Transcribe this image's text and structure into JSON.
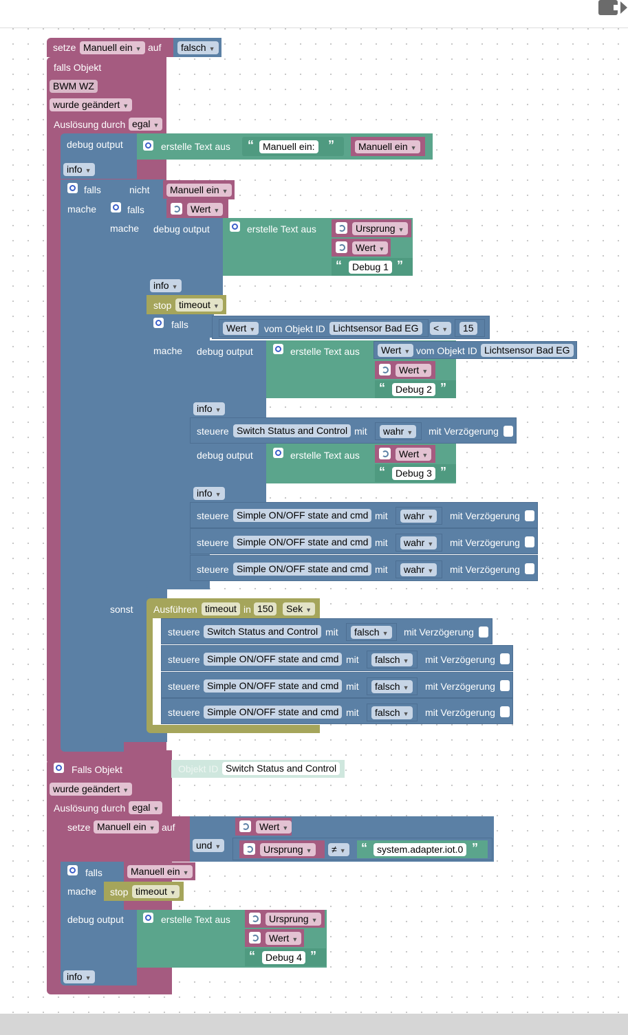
{
  "app": {
    "exit_icon": "exit-icon",
    "block_colors": {
      "variable": "#a55b80",
      "logic": "#5b80a5",
      "text": "#5ba58c",
      "timeout": "#a5a55b"
    }
  },
  "blocks": {
    "setze1": {
      "label": "setze",
      "var": "Manuell ein",
      "auf": "auf",
      "value": "falsch"
    },
    "trigger1": {
      "label": "falls Objekt",
      "object": "BWM WZ",
      "changed": "wurde geändert",
      "ausloesung": "Auslösung durch",
      "trigger": "egal"
    },
    "debug1": {
      "label": "debug output",
      "create": "erstelle Text aus",
      "text": "Manuell ein:",
      "var": "Manuell ein",
      "level": "info"
    },
    "if1": {
      "falls": "falls",
      "nicht": "nicht",
      "var": "Manuell ein",
      "mache": "mache"
    },
    "if2": {
      "falls": "falls",
      "var": "Wert",
      "mache": "mache",
      "sonst": "sonst"
    },
    "debug2": {
      "label": "debug output",
      "create": "erstelle Text aus",
      "ursprung": "Ursprung",
      "wert": "Wert",
      "text": "Debug 1",
      "level": "info"
    },
    "stop1": {
      "label": "stop",
      "var": "timeout"
    },
    "if3": {
      "falls": "falls",
      "wert": "Wert",
      "vom": "vom Objekt ID",
      "object": "Lichtsensor Bad EG",
      "op": "<",
      "num": "15",
      "mache": "mache"
    },
    "debug3": {
      "label": "debug output",
      "create": "erstelle Text aus",
      "wert": "Wert",
      "vom": "vom Objekt ID",
      "object": "Lichtsensor Bad EG",
      "wert2": "Wert",
      "text": "Debug 2",
      "level": "info"
    },
    "steuere1": {
      "label": "steuere",
      "target": "Switch Status and Control",
      "mit": "mit",
      "value": "wahr",
      "delay": "mit Verzögerung"
    },
    "debug4": {
      "label": "debug output",
      "create": "erstelle Text aus",
      "wert": "Wert",
      "text": "Debug 3",
      "level": "info"
    },
    "steuere_wahr": [
      {
        "label": "steuere",
        "target": "Simple ON/OFF state and cmd",
        "mit": "mit",
        "value": "wahr",
        "delay": "mit Verzögerung"
      },
      {
        "label": "steuere",
        "target": "Simple ON/OFF state and cmd",
        "mit": "mit",
        "value": "wahr",
        "delay": "mit Verzögerung"
      },
      {
        "label": "steuere",
        "target": "Simple ON/OFF state and cmd",
        "mit": "mit",
        "value": "wahr",
        "delay": "mit Verzögerung"
      }
    ],
    "ausfuehren": {
      "label": "Ausführen",
      "var": "timeout",
      "in": "in",
      "num": "150",
      "unit": "Sek"
    },
    "steuere_falsch": [
      {
        "label": "steuere",
        "target": "Switch Status and Control",
        "mit": "mit",
        "value": "falsch",
        "delay": "mit Verzögerung"
      },
      {
        "label": "steuere",
        "target": "Simple ON/OFF state and cmd",
        "mit": "mit",
        "value": "falsch",
        "delay": "mit Verzögerung"
      },
      {
        "label": "steuere",
        "target": "Simple ON/OFF state and cmd",
        "mit": "mit",
        "value": "falsch",
        "delay": "mit Verzögerung"
      },
      {
        "label": "steuere",
        "target": "Simple ON/OFF state and cmd",
        "mit": "mit",
        "value": "falsch",
        "delay": "mit Verzögerung"
      }
    ],
    "trigger2": {
      "label": "Falls Objekt",
      "objid": "Objekt ID",
      "object": "Switch Status and Control",
      "changed": "wurde geändert",
      "ausloesung": "Auslösung durch",
      "trigger": "egal"
    },
    "setze2": {
      "label": "setze",
      "var": "Manuell ein",
      "auf": "auf",
      "wert": "Wert",
      "und": "und",
      "ursprung": "Ursprung",
      "op": "≠",
      "text": "system.adapter.iot.0"
    },
    "if4": {
      "falls": "falls",
      "var": "Manuell ein",
      "mache": "mache"
    },
    "stop2": {
      "label": "stop",
      "var": "timeout"
    },
    "debug5": {
      "label": "debug output",
      "create": "erstelle Text aus",
      "ursprung": "Ursprung",
      "wert": "Wert",
      "text": "Debug 4",
      "level": "info"
    }
  }
}
